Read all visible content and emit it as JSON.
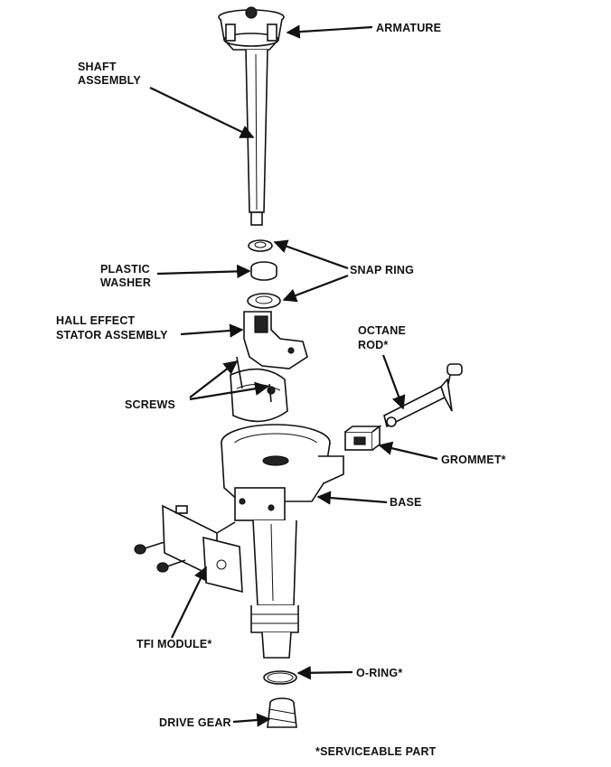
{
  "labels": {
    "armature": "ARMATURE",
    "shaft_1": "SHAFT",
    "shaft_2": "ASSEMBLY",
    "plastic_1": "PLASTIC",
    "plastic_2": "WASHER",
    "snap_ring": "SNAP RING",
    "hall_1": "HALL EFFECT",
    "hall_2": "STATOR ASSEMBLY",
    "octane_1": "OCTANE",
    "octane_2": "ROD*",
    "screws": "SCREWS",
    "grommet": "GROMMET*",
    "base": "BASE",
    "tfi": "TFI MODULE*",
    "oring": "O-RING*",
    "drive_gear": "DRIVE GEAR",
    "footnote": "*SERVICEABLE PART"
  }
}
